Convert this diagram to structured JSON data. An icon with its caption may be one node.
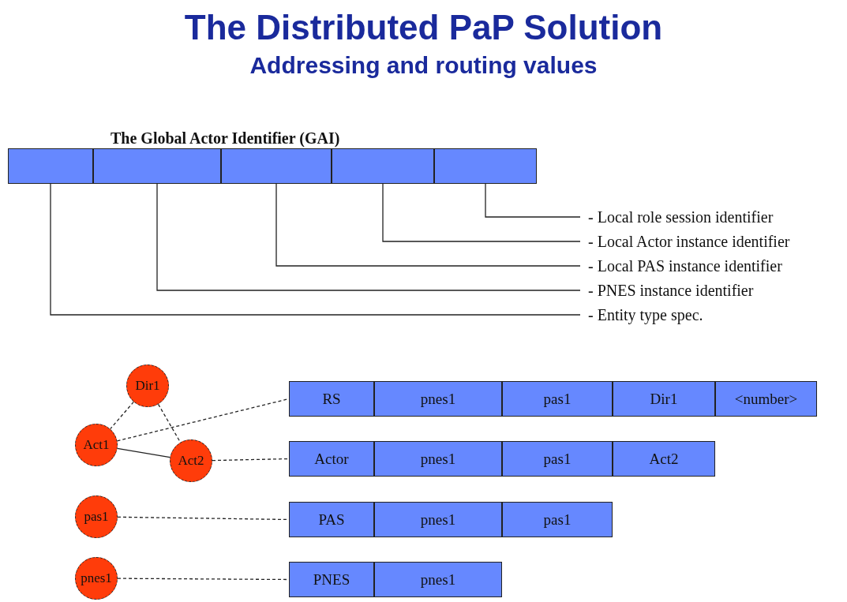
{
  "diagram": {
    "title": "The Distributed PaP Solution",
    "nodes": [
      {
        "text": [],
        "shape": "box"
      },
      {
        "text": [],
        "shape": "box"
      },
      {
        "text": [],
        "shape": "box"
      },
      {
        "text": [],
        "shape": "box"
      },
      {
        "text": [],
        "shape": "box"
      },
      {
        "text": [
          "- Local role session identifier"
        ]
      },
      {
        "text": [
          "- Local Actor instance identifier"
        ]
      },
      {
        "text": [
          "- Local PAS instance identifier"
        ]
      },
      {
        "text": [
          "- PNES instance identifier"
        ]
      },
      {
        "text": [
          "- Entity type spec."
        ]
      },
      {
        "text": [
          "Dir1"
        ]
      },
      {
        "text": [
          "Act1"
        ]
      },
      {
        "text": [
          "Act2"
        ]
      },
      {
        "text": [
          "pas1"
        ]
      },
      {
        "text": [
          "pnes1"
        ]
      },
      {
        "text": [
          "RS"
        ]
      },
      {
        "text": [
          "pnes1"
        ]
      },
      {
        "text": [
          "pas1"
        ]
      },
      {
        "text": [
          "Dir1"
        ]
      },
      {
        "text": [
          "<number>"
        ]
      },
      {
        "text": [
          "Actor"
        ]
      },
      {
        "text": [
          "pnes1"
        ]
      },
      {
        "text": [
          "pas1"
        ]
      },
      {
        "text": [
          "Act2"
        ]
      },
      {
        "text": [
          "PAS"
        ]
      },
      {
        "text": [
          "pnes1"
        ]
      },
      {
        "text": [
          "pas1"
        ]
      },
      {
        "text": [
          "PNES"
        ]
      },
      {
        "text": [
          "pnes1"
        ]
      }
    ],
    "edges": [
      {
        "from": 4,
        "to": 5,
        "arrow": "none"
      },
      {
        "from": 3,
        "to": 6,
        "arrow": "none"
      },
      {
        "from": 2,
        "to": 7,
        "arrow": "none"
      },
      {
        "from": 1,
        "to": 8,
        "arrow": "none"
      },
      {
        "from": 0,
        "to": 9,
        "arrow": "none"
      },
      {
        "from": 10,
        "to": 11,
        "arrow": "none",
        "style": "dashed"
      },
      {
        "from": 10,
        "to": 12,
        "arrow": "none",
        "style": "dashed"
      },
      {
        "from": 11,
        "to": 12,
        "arrow": "none"
      },
      {
        "from": 11,
        "to": 15,
        "arrow": "none",
        "style": "dashed"
      },
      {
        "from": 12,
        "to": 20,
        "arrow": "none",
        "style": "dashed"
      },
      {
        "from": 13,
        "to": 24,
        "arrow": "none",
        "style": "dashed"
      },
      {
        "from": 14,
        "to": 27,
        "arrow": "none",
        "style": "dashed"
      }
    ],
    "labels": [
      "Addressing and routing values",
      "The Global Actor Identifier (GAI)"
    ]
  }
}
